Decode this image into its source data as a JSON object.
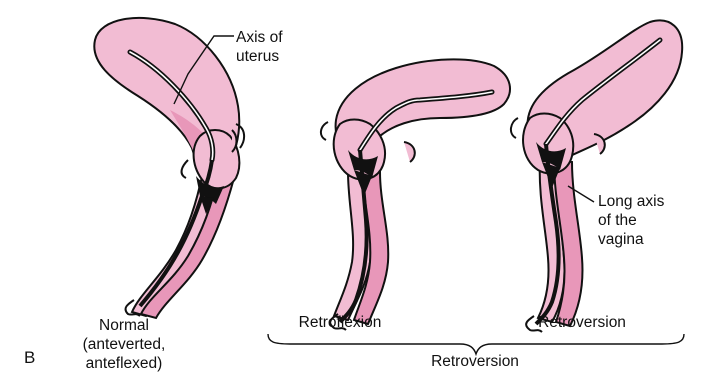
{
  "figure_letter": "B",
  "colors": {
    "tissue": "#f2bcd3",
    "tissue_dark": "#e897b9",
    "outline": "#111111",
    "lumen": "#111111"
  },
  "labels": {
    "axis_uterus": [
      "Axis of",
      "uterus"
    ],
    "long_axis_vagina": [
      "Long axis",
      "of the",
      "vagina"
    ],
    "normal": [
      "Normal",
      "(anteverted,",
      "anteflexed)"
    ],
    "retroflexion": "Retroflexion",
    "retroversion_right": "Retroversion",
    "retroversion_group": "Retroversion"
  }
}
